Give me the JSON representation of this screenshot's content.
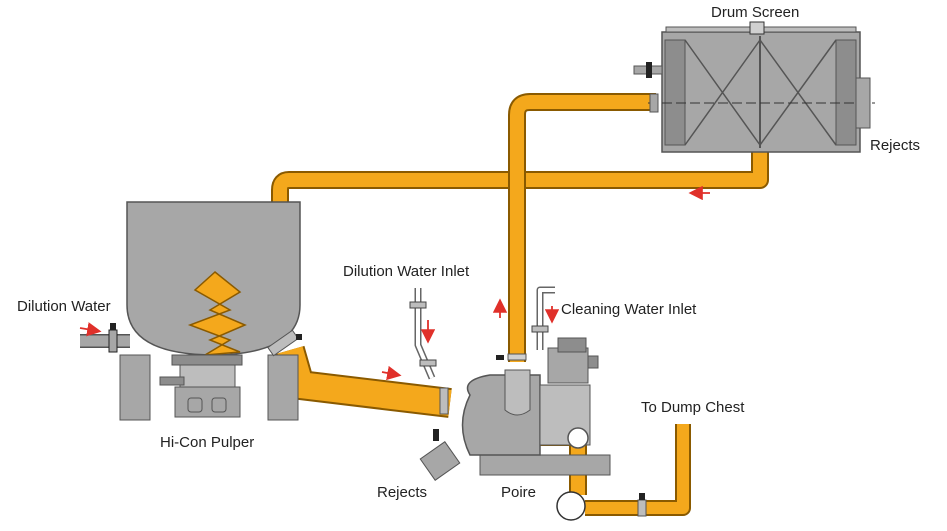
{
  "labels": {
    "drum_screen": "Drum Screen",
    "rejects_top": "Rejects",
    "dilution_water": "Dilution Water",
    "dilution_water_inlet": "Dilution Water Inlet",
    "cleaning_water_inlet": "Cleaning Water Inlet",
    "to_dump_chest": "To Dump Chest",
    "hi_con_pulper": "Hi-Con Pulper",
    "rejects_bottom": "Rejects",
    "poire": "Poire"
  },
  "colors": {
    "pipe": "#f4a81c",
    "pipe_edge": "#8a5a00",
    "equipment": "#a7a7a7",
    "equipment_dark": "#6f6f6f",
    "flow_arrow": "#e0302a",
    "valve": "#222222"
  }
}
